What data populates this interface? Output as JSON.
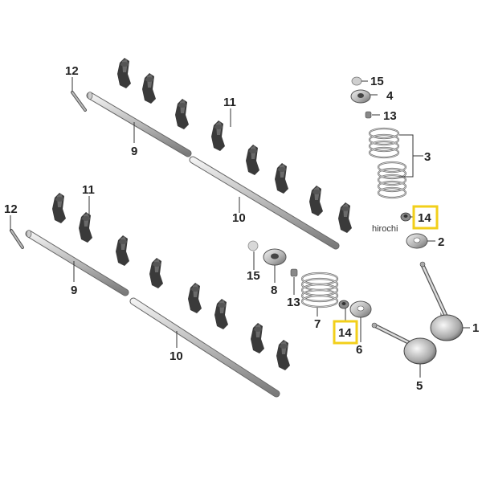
{
  "callouts": {
    "c12a": "12",
    "c9a": "9",
    "c11a": "11",
    "c10a": "10",
    "c11b": "11",
    "c12b": "12",
    "c9b": "9",
    "c10b": "10",
    "c15a": "15",
    "c4": "4",
    "c13a": "13",
    "c3": "3",
    "c14a": "14",
    "c2": "2",
    "c15b": "15",
    "c8": "8",
    "c13b": "13",
    "c7": "7",
    "c14b": "14",
    "c6": "6",
    "c1": "1",
    "c5": "5"
  },
  "watermark": "hirochi",
  "colors": {
    "part_dark": "#3a3a3a",
    "part_mid": "#8a8a8a",
    "part_light": "#d6d6d6",
    "highlight": "#f2cf1a"
  },
  "highlighted_parts": [
    "14"
  ]
}
